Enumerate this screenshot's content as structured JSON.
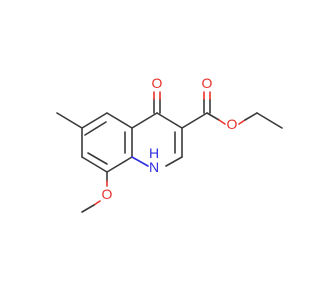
{
  "molecule": {
    "atom_labels": {
      "keto_oxygen": "O",
      "ester_carbonyl_oxygen": "O",
      "ester_ether_oxygen": "O",
      "methoxy_oxygen": "O",
      "ring_nitrogen": "N",
      "ring_nitrogen_hydrogen": "H"
    },
    "colors": {
      "bond": "#3a3a3a",
      "oxygen": "#e8322a",
      "nitrogen": "#2e2ee0",
      "background": "#ffffff"
    }
  }
}
